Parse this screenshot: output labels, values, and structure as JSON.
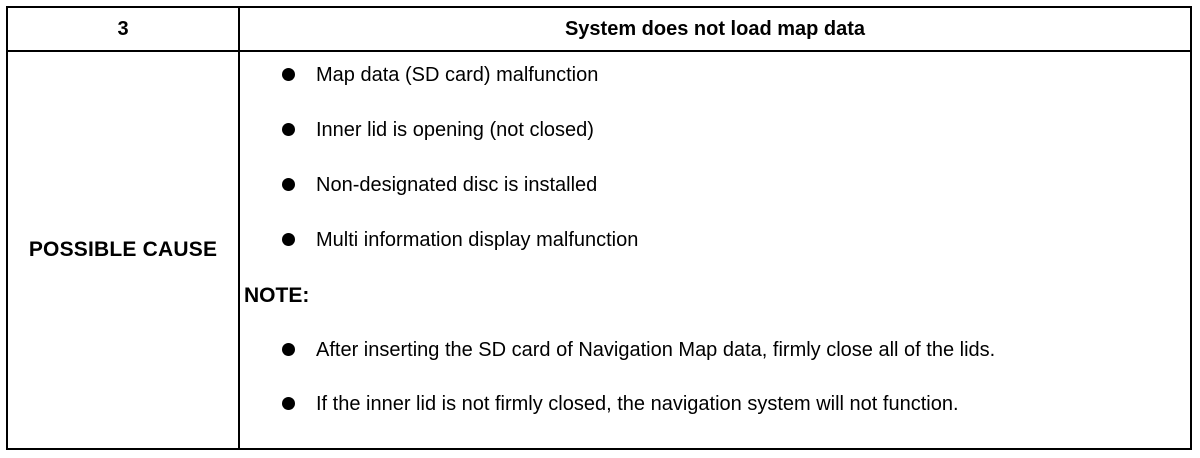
{
  "header": {
    "number": "3",
    "title": "System does not load map data"
  },
  "label": "POSSIBLE CAUSE",
  "causes": [
    "Map data (SD card) malfunction",
    "Inner lid is opening (not closed)",
    "Non-designated disc is installed",
    "Multi information display malfunction"
  ],
  "note": {
    "heading": "NOTE:",
    "items": [
      "After inserting the SD card of Navigation Map data, firmly close all of the lids.",
      "If the inner lid is not firmly closed, the navigation system will not function."
    ]
  }
}
